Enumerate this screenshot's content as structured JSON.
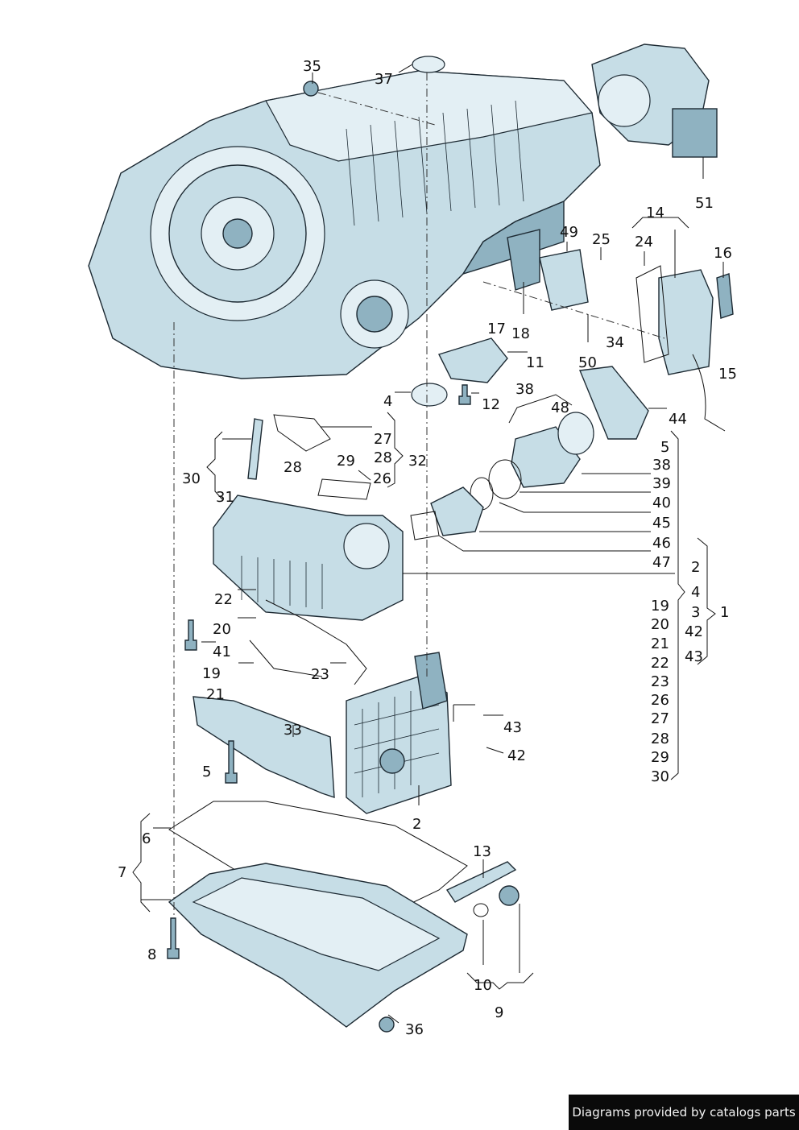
{
  "callouts": [
    {
      "id": "c35",
      "text": "35"
    },
    {
      "id": "c37",
      "text": "37"
    },
    {
      "id": "c51",
      "text": "51"
    },
    {
      "id": "c14",
      "text": "14"
    },
    {
      "id": "c49",
      "text": "49"
    },
    {
      "id": "c25",
      "text": "25"
    },
    {
      "id": "c24",
      "text": "24"
    },
    {
      "id": "c16",
      "text": "16"
    },
    {
      "id": "c17",
      "text": "17"
    },
    {
      "id": "c18",
      "text": "18"
    },
    {
      "id": "c34",
      "text": "34"
    },
    {
      "id": "c11",
      "text": "11"
    },
    {
      "id": "c50",
      "text": "50"
    },
    {
      "id": "c15",
      "text": "15"
    },
    {
      "id": "c4",
      "text": "4"
    },
    {
      "id": "c12",
      "text": "12"
    },
    {
      "id": "c38a",
      "text": "38"
    },
    {
      "id": "c48",
      "text": "48"
    },
    {
      "id": "c44",
      "text": "44"
    },
    {
      "id": "c27",
      "text": "27"
    },
    {
      "id": "c28a",
      "text": "28"
    },
    {
      "id": "c32",
      "text": "32"
    },
    {
      "id": "c29",
      "text": "29"
    },
    {
      "id": "c28b",
      "text": "28"
    },
    {
      "id": "c26",
      "text": "26"
    },
    {
      "id": "c30",
      "text": "30"
    },
    {
      "id": "c31",
      "text": "31"
    },
    {
      "id": "r5",
      "text": "5"
    },
    {
      "id": "r38",
      "text": "38"
    },
    {
      "id": "r39",
      "text": "39"
    },
    {
      "id": "r40",
      "text": "40"
    },
    {
      "id": "r45",
      "text": "45"
    },
    {
      "id": "r46",
      "text": "46"
    },
    {
      "id": "r47",
      "text": "47"
    },
    {
      "id": "g2",
      "text": "2"
    },
    {
      "id": "g4",
      "text": "4"
    },
    {
      "id": "g3",
      "text": "3"
    },
    {
      "id": "g42",
      "text": "42"
    },
    {
      "id": "g43",
      "text": "43"
    },
    {
      "id": "g1",
      "text": "1"
    },
    {
      "id": "l19",
      "text": "19"
    },
    {
      "id": "l20",
      "text": "20"
    },
    {
      "id": "l21",
      "text": "21"
    },
    {
      "id": "l22",
      "text": "22"
    },
    {
      "id": "l23",
      "text": "23"
    },
    {
      "id": "l26",
      "text": "26"
    },
    {
      "id": "l27",
      "text": "27"
    },
    {
      "id": "l28",
      "text": "28"
    },
    {
      "id": "l29",
      "text": "29"
    },
    {
      "id": "l30",
      "text": "30"
    },
    {
      "id": "c22",
      "text": "22"
    },
    {
      "id": "c20",
      "text": "20"
    },
    {
      "id": "c41",
      "text": "41"
    },
    {
      "id": "c19",
      "text": "19"
    },
    {
      "id": "c21",
      "text": "21"
    },
    {
      "id": "c23",
      "text": "23"
    },
    {
      "id": "c43",
      "text": "43"
    },
    {
      "id": "c42",
      "text": "42"
    },
    {
      "id": "c33",
      "text": "33"
    },
    {
      "id": "c5",
      "text": "5"
    },
    {
      "id": "c2",
      "text": "2"
    },
    {
      "id": "c6",
      "text": "6"
    },
    {
      "id": "c7",
      "text": "7"
    },
    {
      "id": "c13",
      "text": "13"
    },
    {
      "id": "c8",
      "text": "8"
    },
    {
      "id": "c10",
      "text": "10"
    },
    {
      "id": "c9",
      "text": "9"
    },
    {
      "id": "c36",
      "text": "36"
    }
  ],
  "footer": {
    "text": "Diagrams provided by catalogs parts"
  },
  "colors": {
    "part_fill": "#c6dde6",
    "part_shadow": "#8fb2c1",
    "outline": "#1d2a33",
    "footer_bg": "#0a0a0a"
  }
}
